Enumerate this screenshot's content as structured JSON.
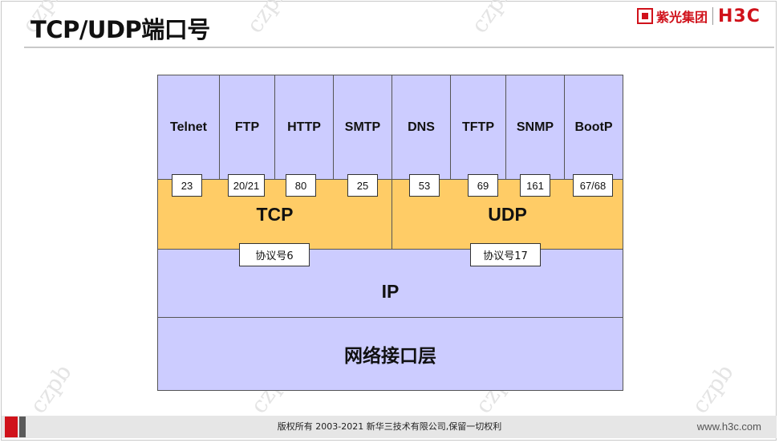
{
  "slide": {
    "title": "TCP/UDP端口号",
    "brand_cn": "紫光集团",
    "brand_h3c": "H3C",
    "footer_copyright": "版权所有 2003-2021 新华三技术有限公司,保留一切权利",
    "footer_url": "www.h3c.com",
    "watermark": "czpb"
  },
  "diagram": {
    "applications": [
      {
        "name": "Telnet",
        "port": "23"
      },
      {
        "name": "FTP",
        "port": "20/21"
      },
      {
        "name": "HTTP",
        "port": "80"
      },
      {
        "name": "SMTP",
        "port": "25"
      },
      {
        "name": "DNS",
        "port": "53"
      },
      {
        "name": "TFTP",
        "port": "69"
      },
      {
        "name": "SNMP",
        "port": "161"
      },
      {
        "name": "BootP",
        "port": "67/68"
      }
    ],
    "transport": [
      {
        "name": "TCP",
        "protocol_label": "协议号6"
      },
      {
        "name": "UDP",
        "protocol_label": "协议号17"
      }
    ],
    "network_layer": "IP",
    "link_layer": "网络接口层"
  },
  "colors": {
    "app_fill": "#ccccff",
    "transport_fill": "#ffcc66",
    "brand_red": "#d0121b"
  }
}
